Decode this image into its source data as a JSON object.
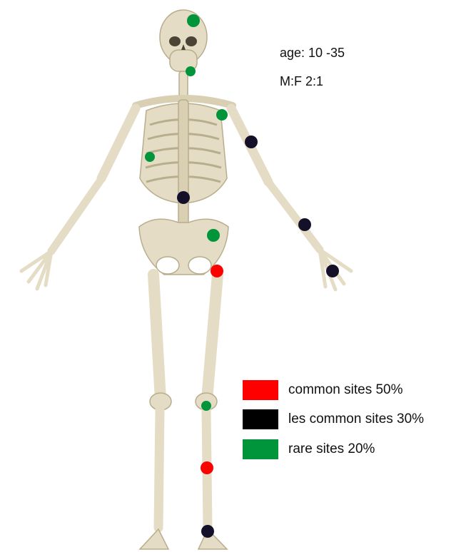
{
  "info": {
    "age": "age: 10 -35",
    "ratio": "M:F 2:1"
  },
  "legend": [
    {
      "label": "common sites 50%",
      "color": "#ff0000"
    },
    {
      "label": "les common sites 30%",
      "color": "#000000"
    },
    {
      "label": "rare sites 20%",
      "color": "#00953b"
    }
  ],
  "colors": {
    "common": "#ff0000",
    "less_common": "#14102a",
    "rare": "#00953b",
    "bone": "#e4dcc4",
    "bone_shade": "#c9bf9f"
  }
}
